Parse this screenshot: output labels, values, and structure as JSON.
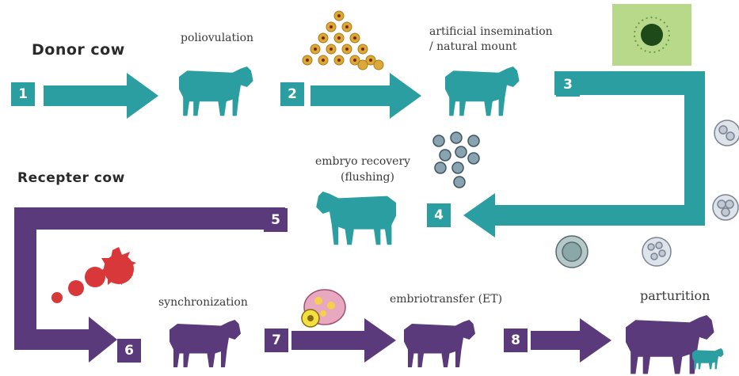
{
  "headings": {
    "donor": "Donor cow",
    "recipient": "Recepter cow"
  },
  "steps": [
    {
      "n": "1"
    },
    {
      "n": "2"
    },
    {
      "n": "3"
    },
    {
      "n": "4"
    },
    {
      "n": "5"
    },
    {
      "n": "6"
    },
    {
      "n": "7"
    },
    {
      "n": "8"
    }
  ],
  "labels": {
    "poliovulation": "poliovulation",
    "insemination_line1": "artificial insemination",
    "insemination_line2": "/ natural mount",
    "recovery_line1": "embryo recovery",
    "recovery_line2": "(flushing)",
    "synchronization": "synchronization",
    "transfer": "embriotransfer (ET)",
    "parturition": "parturition"
  },
  "colors": {
    "donor_flow": "#2a9ea1",
    "recipient_flow": "#5a3a7a",
    "oocyte": "#d9a93a",
    "hormone": "#d8383a"
  }
}
